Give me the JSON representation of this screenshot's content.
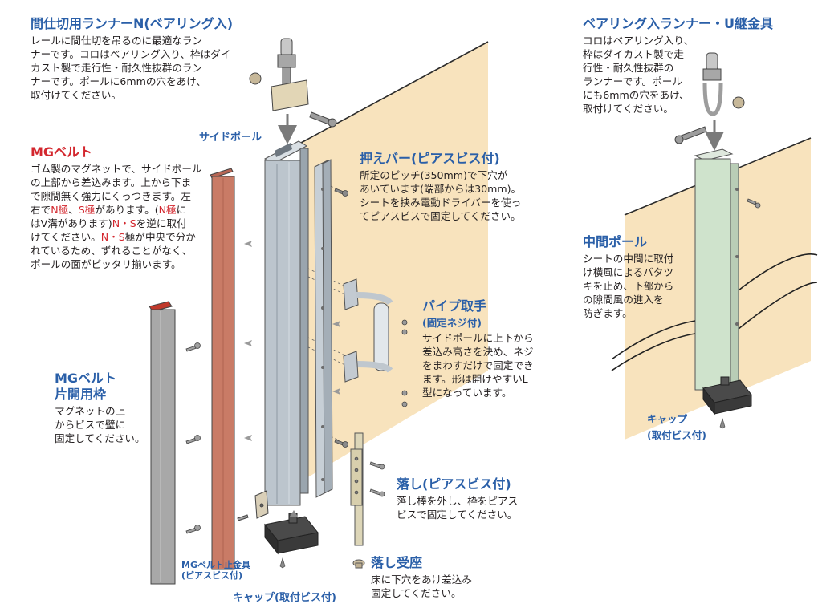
{
  "colors": {
    "title_blue": "#2a5fa8",
    "accent_red": "#d3272e",
    "sheet": "#f8e3bd",
    "pole_silver": "#b8c2cb",
    "mg_belt": "#c97b66",
    "middle_pole": "#cfe3cc"
  },
  "sections": {
    "runner_n": {
      "title": "間仕切用ランナーN(ベアリング入)",
      "lines": [
        "レールに間仕切を吊るのに最適なラン",
        "ナーです。コロはベアリング入り、枠はダイ",
        "カスト製で走行性・耐久性抜群のラン",
        "ナーです。ポールに6mmの穴をあけ、",
        "取付けてください。"
      ]
    },
    "mg_belt": {
      "title": "MGベルト",
      "l1": "ゴム製のマグネットで、サイドポール",
      "l2": "の上部から差込みます。上から下ま",
      "l3": "で隙間無く強力にくっつきます。左",
      "l4a": "右で",
      "l4b": "N極",
      "l4c": "、",
      "l4d": "S極",
      "l4e": "があります。(",
      "l4f": "N極",
      "l4g": "に",
      "l5a": "はV溝があります)",
      "l5b": "N・S",
      "l5c": "を逆に取付",
      "l6a": "けてください。",
      "l6b": "N・S",
      "l6c": "極が中央で分か",
      "l7": "れているため、ずれることがなく、",
      "l8": "ポールの面がピッタリ揃います。"
    },
    "mg_frame": {
      "title_l1": "MGベルト",
      "title_l2": "片開用枠",
      "lines": [
        "マグネットの上",
        "からビスで壁に",
        "固定してください。"
      ]
    },
    "press_bar": {
      "title": "押えバー(ピアスビス付)",
      "lines": [
        "所定のピッチ(350mm)で下穴が",
        "あいています(端部からは30mm)。",
        "シートを挟み電動ドライバーを使っ",
        "てピアスビスで固定してください。"
      ]
    },
    "pipe_handle": {
      "title": "パイプ取手",
      "subtitle": "(固定ネジ付)",
      "lines": [
        "サイドポールに上下から",
        "差込み高さを決め、ネジ",
        "をまわすだけで固定でき",
        "ます。形は開けやすいL",
        "型になっています。"
      ]
    },
    "drop_bolt": {
      "title": "落し(ピアスビス付)",
      "lines": [
        "落し棒を外し、枠をピアス",
        "ビスで固定してください。"
      ]
    },
    "drop_seat": {
      "title": "落し受座",
      "lines": [
        "床に下穴をあけ差込み",
        "固定してください。"
      ]
    },
    "runner_u": {
      "title": "ベアリング入ランナー・U継金具",
      "lines": [
        "コロはベアリング入り、",
        "枠はダイカスト製で走",
        "行性・耐久性抜群の",
        "ランナーです。ポール",
        "にも6mmの穴をあけ、",
        "取付けてください。"
      ]
    },
    "middle_pole": {
      "title": "中間ポール",
      "lines": [
        "シートの中間に取付",
        "け横風によるバタツ",
        "キを止め、下部から",
        "の隙間風の進入を",
        "防ぎます。"
      ]
    }
  },
  "labels": {
    "side_pole": "サイドポール",
    "mg_stopper_l1": "MGベルト止金具",
    "mg_stopper_l2": "(ピアスビス付)",
    "cap_left": "キャップ(取付ビス付)",
    "cap_right_l1": "キャップ",
    "cap_right_l2": "(取付ビス付)"
  }
}
